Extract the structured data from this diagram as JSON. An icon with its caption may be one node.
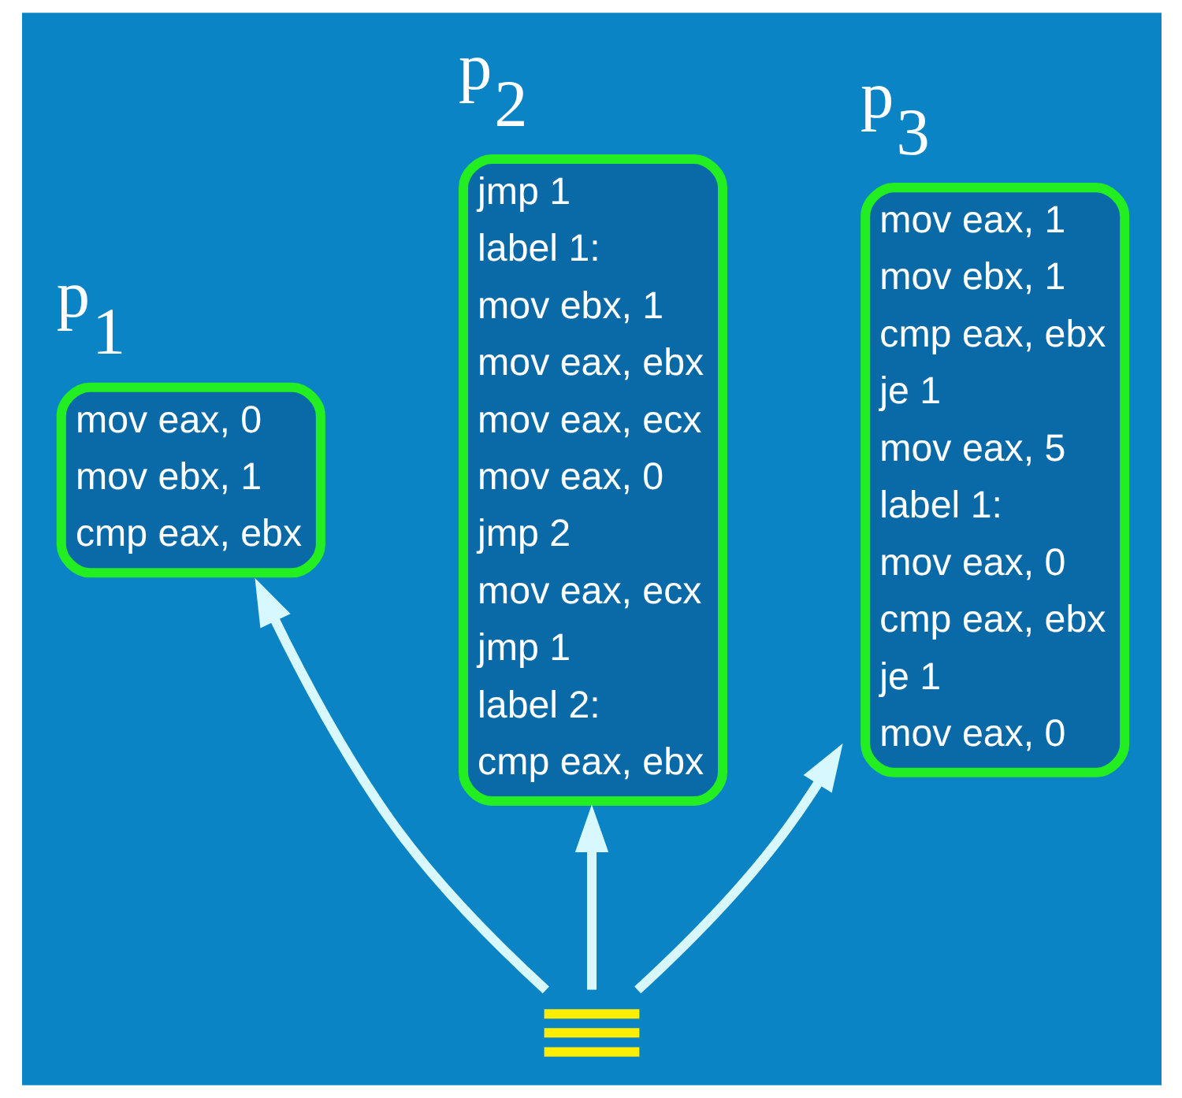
{
  "diagram": {
    "nodes": [
      {
        "text": [
          "p$_{1}$",
          "mov eax, 0",
          "mov ebx, 1",
          "cmp eax, ebx"
        ]
      },
      {
        "text": [
          "p$_{2}$",
          "jmp 1",
          "label 1:",
          "mov ebx, 1",
          "mov eax, ebx",
          "mov eax, ecx",
          "mov eax, 0",
          "jmp 2",
          "mov eax, ecx",
          "jmp 1",
          "label 2:",
          "cmp eax, ebx"
        ]
      },
      {
        "text": [
          "p$_{3}$",
          "mov eax, 1",
          "mov ebx, 1",
          "cmp eax, ebx",
          "je 1",
          "mov eax, 5",
          "label 1:",
          "mov eax, 0",
          "cmp eax, ebx",
          "je 1",
          "mov eax, 0"
        ]
      },
      {
        "text": [],
        "shape": "bar"
      }
    ],
    "edges": [
      {
        "from": 3,
        "to": 0,
        "arrow": "to"
      },
      {
        "from": 3,
        "to": 1,
        "arrow": "to"
      },
      {
        "from": 3,
        "to": 2,
        "arrow": "to"
      }
    ]
  }
}
